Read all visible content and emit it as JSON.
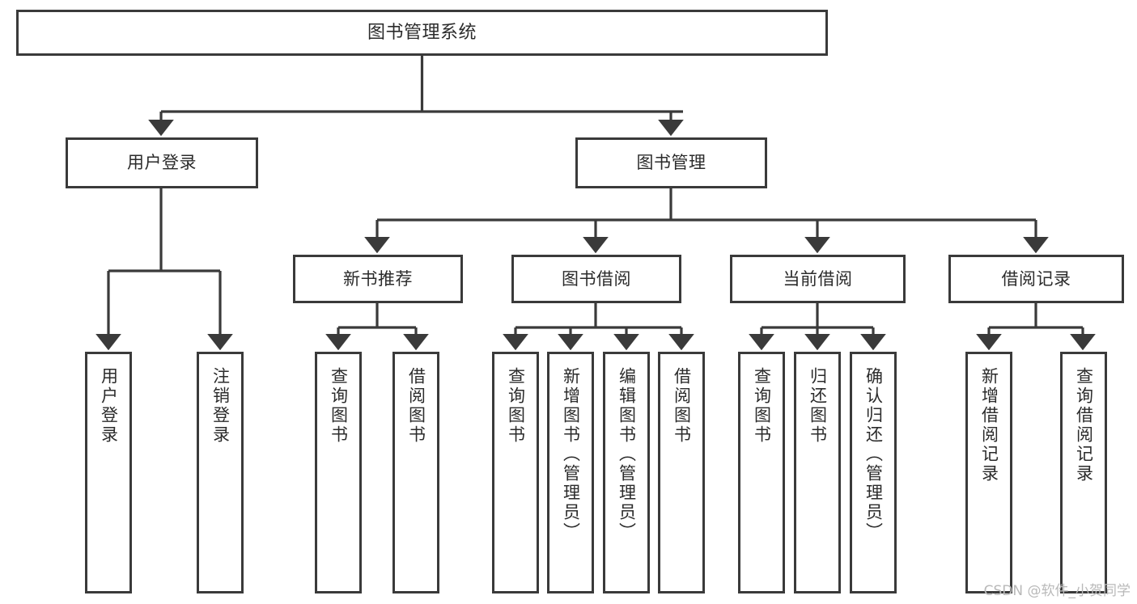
{
  "diagram": {
    "title": "图书管理系统",
    "watermark": "CSDN @软件_小贺同学",
    "line_color": "#3a3a3a",
    "box_fill": "#ffffff",
    "text_color": "#2b2b2b",
    "watermark_color": "#b9b9b9"
  },
  "nodes": {
    "root": {
      "label": "图书管理系统"
    },
    "level2": [
      {
        "label": "用户登录"
      },
      {
        "label": "图书管理"
      }
    ],
    "level3": [
      {
        "label": "新书推荐"
      },
      {
        "label": "图书借阅"
      },
      {
        "label": "当前借阅"
      },
      {
        "label": "借阅记录"
      }
    ],
    "leaves": {
      "user_login": [
        {
          "label": "用户登录"
        },
        {
          "label": "注销登录"
        }
      ],
      "new_book": [
        {
          "label": "查询图书"
        },
        {
          "label": "借阅图书"
        }
      ],
      "borrow_book": [
        {
          "label": "查询图书"
        },
        {
          "label": "新增图书（管理员）"
        },
        {
          "label": "编辑图书（管理员）"
        },
        {
          "label": "借阅图书"
        }
      ],
      "current_borrow": [
        {
          "label": "查询图书"
        },
        {
          "label": "归还图书"
        },
        {
          "label": "确认归还（管理员）"
        }
      ],
      "borrow_record": [
        {
          "label": "新增借阅记录"
        },
        {
          "label": "查询借阅记录"
        }
      ]
    }
  }
}
